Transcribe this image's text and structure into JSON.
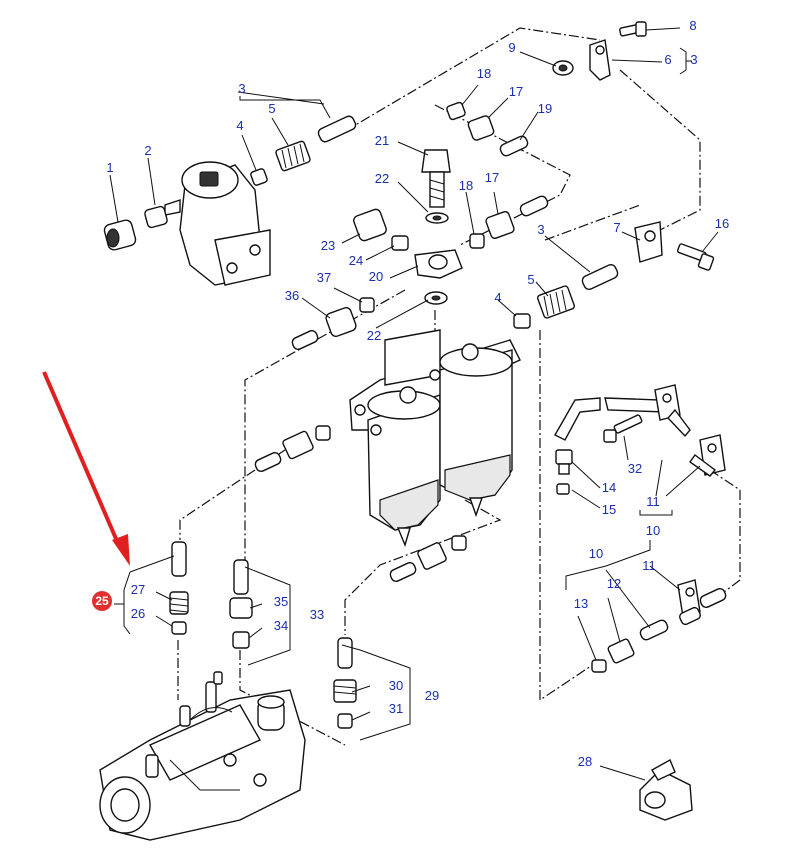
{
  "diagram": {
    "labels": [
      "1",
      "2",
      "3",
      "4",
      "5",
      "8",
      "9",
      "6",
      "3",
      "18",
      "17",
      "19",
      "21",
      "22",
      "18",
      "17",
      "23",
      "24",
      "20",
      "3",
      "7",
      "16",
      "36",
      "37",
      "22",
      "5",
      "4",
      "32",
      "14",
      "15",
      "11",
      "10",
      "27",
      "25",
      "26",
      "35",
      "34",
      "33",
      "10",
      "12",
      "11",
      "13",
      "30",
      "31",
      "29",
      "28"
    ],
    "selected_marker": "25",
    "arrow_color": "#e02020",
    "label_color": "#1a2fb0",
    "marker_color": "#e03030"
  }
}
